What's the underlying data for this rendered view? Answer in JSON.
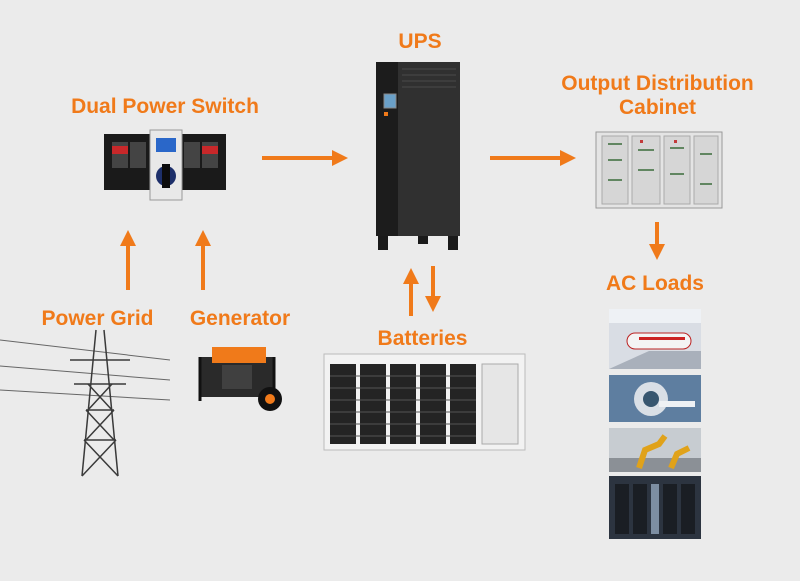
{
  "nodes": {
    "ups": {
      "label": "UPS"
    },
    "dual_power_switch": {
      "label": "Dual Power Switch"
    },
    "output_cabinet": {
      "line1": "Output Distribution",
      "line2": "Cabinet"
    },
    "ac_loads": {
      "label": "AC Loads"
    },
    "batteries": {
      "label": "Batteries"
    },
    "power_grid": {
      "label": "Power Grid"
    },
    "generator": {
      "label": "Generator"
    }
  },
  "colors": {
    "accent": "#f07a1a",
    "background": "#ebebeb"
  },
  "icons": [
    "dual-power-switch-icon",
    "ups-cabinet-icon",
    "distribution-cabinet-icon",
    "battery-rack-icon",
    "power-tower-icon",
    "generator-icon",
    "metro-train-icon",
    "medical-scanner-icon",
    "robot-arm-icon",
    "server-room-icon"
  ]
}
